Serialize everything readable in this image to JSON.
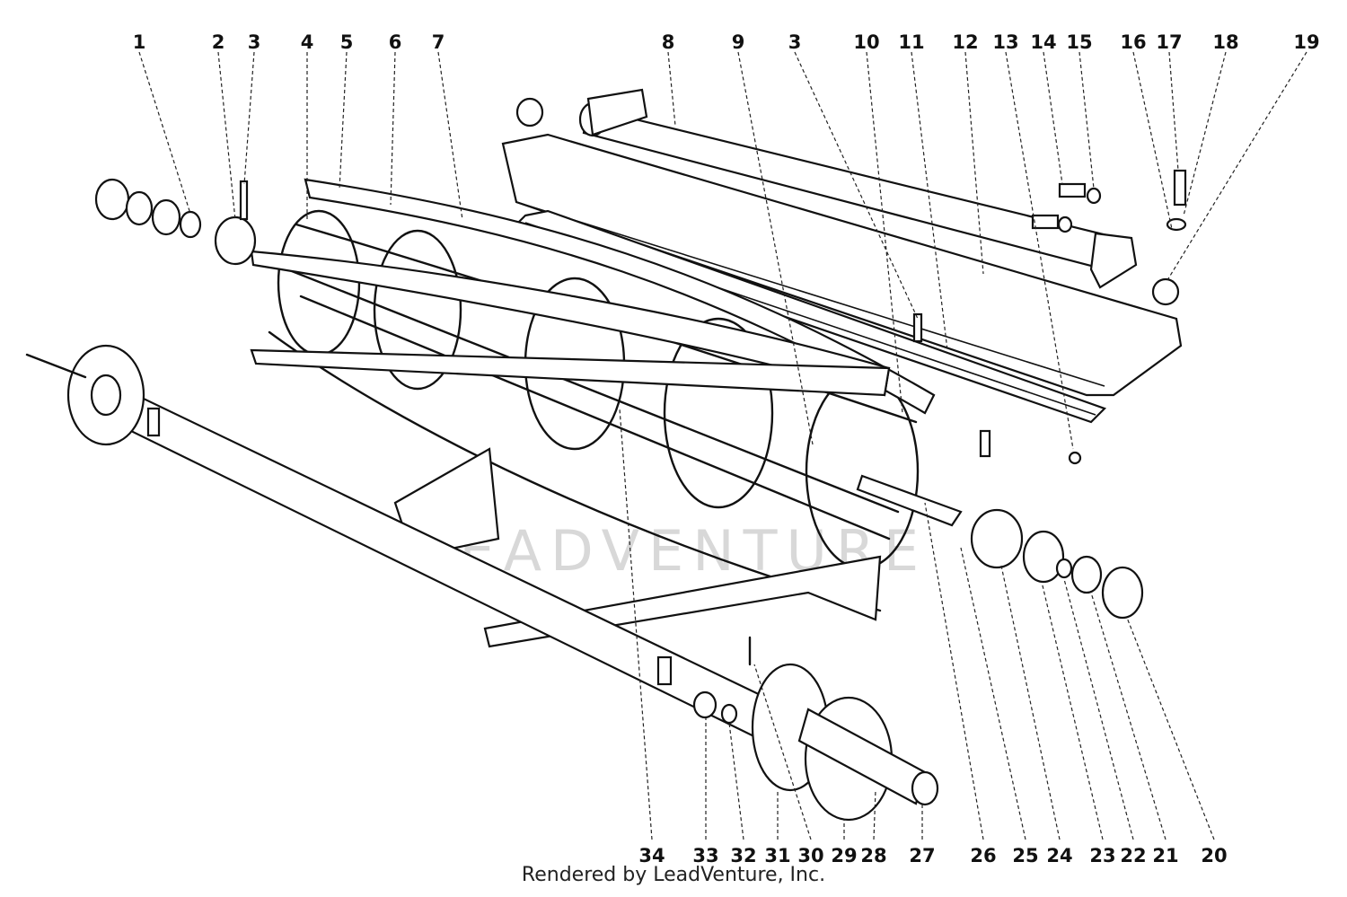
{
  "diagram": {
    "watermark": "LEADVENTURE",
    "footer": "Rendered by LeadVenture, Inc.",
    "top_callouts": [
      "1",
      "2",
      "3",
      "4",
      "5",
      "6",
      "7",
      "8",
      "9",
      "3",
      "10",
      "11",
      "12",
      "13",
      "14",
      "15",
      "16",
      "17",
      "18",
      "19"
    ],
    "bottom_callouts": [
      "34",
      "33",
      "32",
      "31",
      "30",
      "29",
      "28",
      "27",
      "26",
      "25",
      "24",
      "23",
      "22",
      "21",
      "20"
    ]
  }
}
